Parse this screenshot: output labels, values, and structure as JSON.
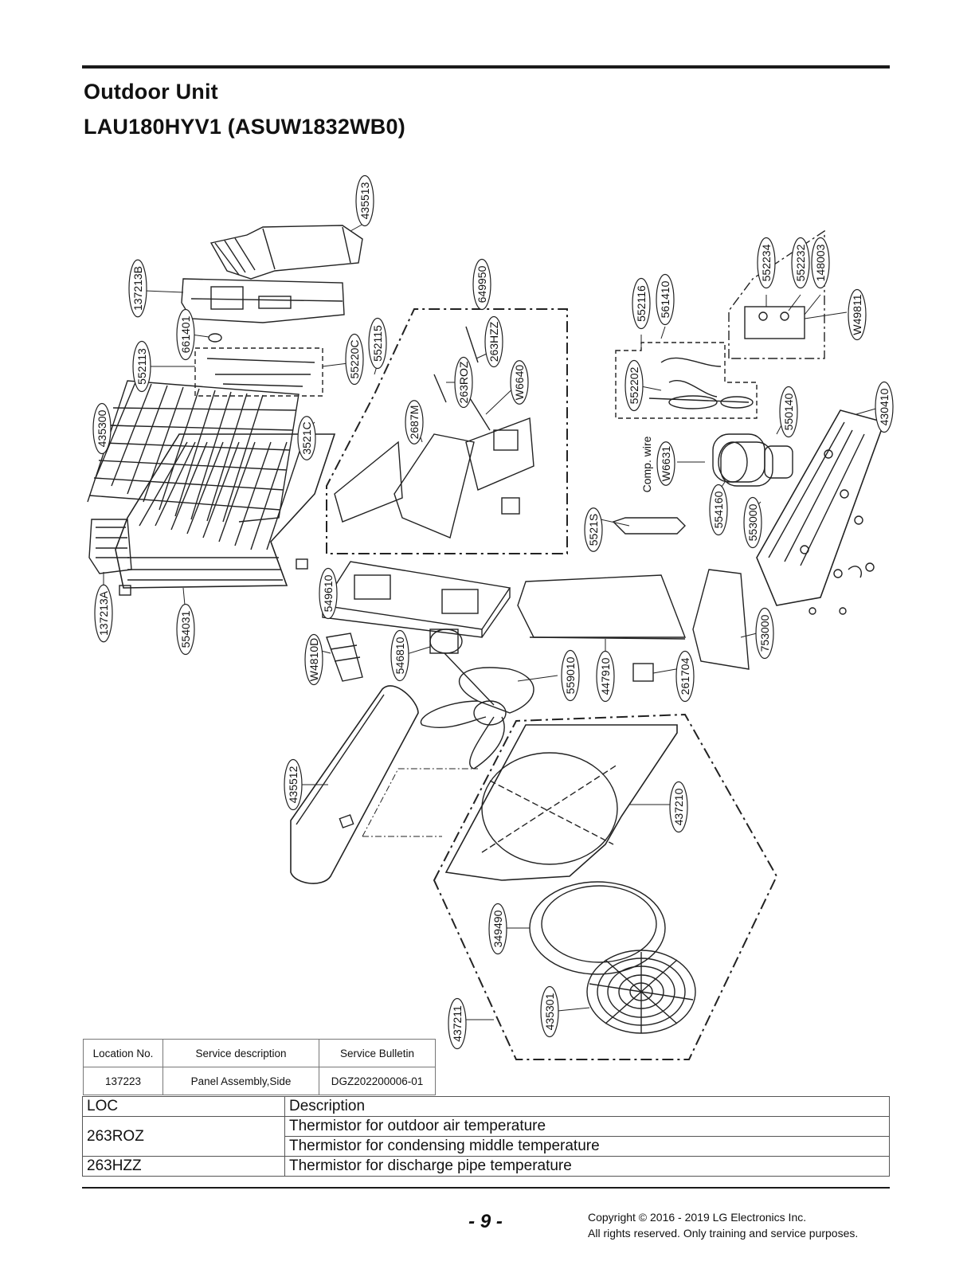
{
  "header": {
    "title": "Outdoor Unit",
    "model": "LAU180HYV1 (ASUW1832WB0)"
  },
  "callouts": [
    {
      "code": "435513"
    },
    {
      "code": "137213B"
    },
    {
      "code": "649950"
    },
    {
      "code": "552116"
    },
    {
      "code": "561410"
    },
    {
      "code": "552234"
    },
    {
      "code": "552232"
    },
    {
      "code": "148003"
    },
    {
      "code": "W49811"
    },
    {
      "code": "661401"
    },
    {
      "code": "55220C"
    },
    {
      "code": "552115"
    },
    {
      "code": "552113"
    },
    {
      "code": "263HZZ"
    },
    {
      "code": "263ROZ"
    },
    {
      "code": "W6640"
    },
    {
      "code": "552202"
    },
    {
      "code": "550140"
    },
    {
      "code": "430410"
    },
    {
      "code": "435300"
    },
    {
      "code": "3521C"
    },
    {
      "code": "2687M"
    },
    {
      "code": "W6631"
    },
    {
      "code": "5521S"
    },
    {
      "code": "554160"
    },
    {
      "code": "553000"
    },
    {
      "code": "137213A"
    },
    {
      "code": "554031"
    },
    {
      "code": "549610"
    },
    {
      "code": "753000"
    },
    {
      "code": "W4810D"
    },
    {
      "code": "546810"
    },
    {
      "code": "559010"
    },
    {
      "code": "447910"
    },
    {
      "code": "261704"
    },
    {
      "code": "435512"
    },
    {
      "code": "437210"
    },
    {
      "code": "349490"
    },
    {
      "code": "435301"
    },
    {
      "code": "437211"
    }
  ],
  "comp_wire_label": "Comp. wire",
  "bulletin": {
    "headers": [
      "Location No.",
      "Service description",
      "Service Bulletin"
    ],
    "row": [
      "137223",
      "Panel Assembly,Side",
      "DGZ202200006-01"
    ]
  },
  "loc_table": {
    "header": {
      "loc": "LOC",
      "desc": "Description"
    },
    "rows": [
      {
        "loc": "263ROZ",
        "descs": [
          "Thermistor for outdoor air temperature",
          "Thermistor for condensing middle temperature"
        ]
      },
      {
        "loc": "263HZZ",
        "descs": [
          "Thermistor for discharge pipe temperature"
        ]
      }
    ]
  },
  "footer": {
    "page": "- 9 -",
    "copyright": "Copyright © 2016 - 2019 LG Electronics Inc.",
    "rights": "All rights reserved. Only training and service purposes."
  }
}
